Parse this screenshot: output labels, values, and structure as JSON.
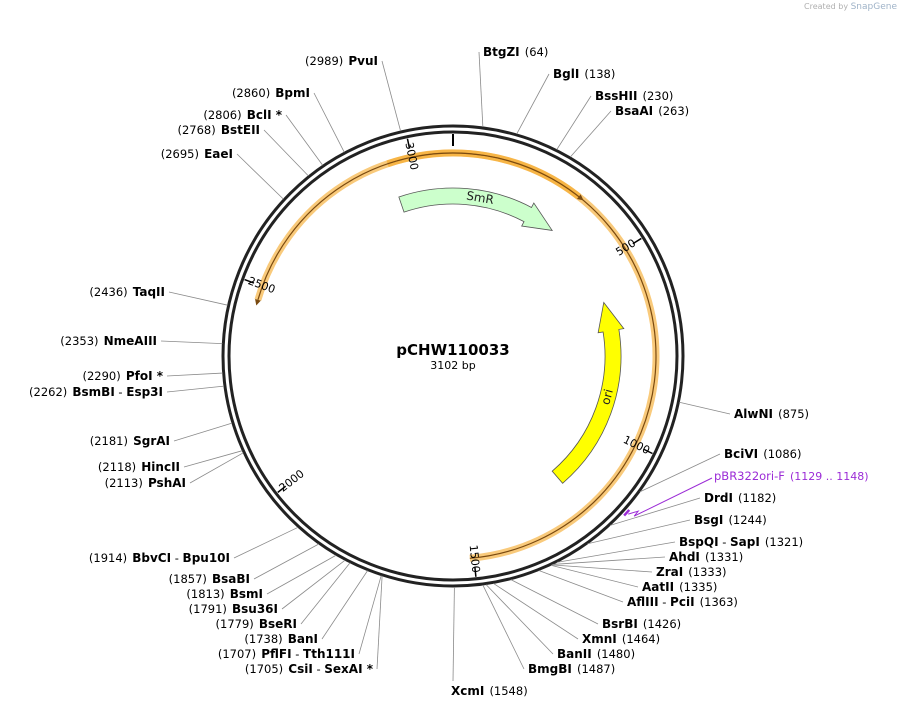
{
  "watermark": {
    "prefix": "Created by",
    "brand": "SnapGene"
  },
  "plasmid": {
    "name": "pCHW110033",
    "length_label": "3102 bp",
    "length": 3102
  },
  "ticks": [
    {
      "label": "500",
      "bp": 500
    },
    {
      "label": "1000",
      "bp": 1000
    },
    {
      "label": "1500",
      "bp": 1500
    },
    {
      "label": "2000",
      "bp": 2000
    },
    {
      "label": "2500",
      "bp": 2500
    },
    {
      "label": "3000",
      "bp": 3000
    }
  ],
  "features": [
    {
      "name": "SmR",
      "start": 2940,
      "end": 330,
      "strand": 1,
      "color": "#ccffcc"
    },
    {
      "name": "ori",
      "start": 607,
      "end": 1200,
      "strand": -1,
      "color": "#ffff00"
    }
  ],
  "highlight_color": "#f5a623",
  "primer": {
    "name": "pBR322ori-F",
    "range": "(1129 .. 1148)",
    "bp": 1138,
    "color": "#9b2bd6"
  },
  "sites": [
    {
      "name": "BtgZI",
      "pos": "(64)",
      "bp": 64
    },
    {
      "name": "BglI",
      "pos": "(138)",
      "bp": 138
    },
    {
      "name": "BssHII",
      "pos": "(230)",
      "bp": 230
    },
    {
      "name": "BsaAI",
      "pos": "(263)",
      "bp": 263
    },
    {
      "name": "AlwNI",
      "pos": "(875)",
      "bp": 875
    },
    {
      "name": "BciVI",
      "pos": "(1086)",
      "bp": 1086
    },
    {
      "name": "DrdI",
      "pos": "(1182)",
      "bp": 1182
    },
    {
      "name": "BsgI",
      "pos": "(1244)",
      "bp": 1244
    },
    {
      "name": "BspQI",
      "name2": "SapI",
      "pos": "(1321)",
      "bp": 1321
    },
    {
      "name": "AhdI",
      "pos": "(1331)",
      "bp": 1331
    },
    {
      "name": "ZraI",
      "pos": "(1333)",
      "bp": 1333
    },
    {
      "name": "AatII",
      "pos": "(1335)",
      "bp": 1335
    },
    {
      "name": "AflIII",
      "name2": "PciI",
      "pos": "(1363)",
      "bp": 1363
    },
    {
      "name": "BsrBI",
      "pos": "(1426)",
      "bp": 1426
    },
    {
      "name": "XmnI",
      "pos": "(1464)",
      "bp": 1464
    },
    {
      "name": "BanII",
      "pos": "(1480)",
      "bp": 1480
    },
    {
      "name": "BmgBI",
      "pos": "(1487)",
      "bp": 1487
    },
    {
      "name": "XcmI",
      "pos": "(1548)",
      "bp": 1548
    },
    {
      "name": "CsiI",
      "name2": "SexAI *",
      "pos": "(1705)",
      "bp": 1705
    },
    {
      "name": "PflFI",
      "name2": "Tth111I",
      "pos": "(1707)",
      "bp": 1707
    },
    {
      "name": "BanI",
      "pos": "(1738)",
      "bp": 1738
    },
    {
      "name": "BseRI",
      "pos": "(1779)",
      "bp": 1779
    },
    {
      "name": "Bsu36I",
      "pos": "(1791)",
      "bp": 1791
    },
    {
      "name": "BsmI",
      "pos": "(1813)",
      "bp": 1813
    },
    {
      "name": "BsaBI",
      "pos": "(1857)",
      "bp": 1857
    },
    {
      "name": "BbvCI",
      "name2": "Bpu10I",
      "pos": "(1914)",
      "bp": 1914
    },
    {
      "name": "PshAI",
      "pos": "(2113)",
      "bp": 2113
    },
    {
      "name": "HincII",
      "pos": "(2118)",
      "bp": 2118
    },
    {
      "name": "SgrAI",
      "pos": "(2181)",
      "bp": 2181
    },
    {
      "name": "BsmBI",
      "name2": "Esp3I",
      "pos": "(2262)",
      "bp": 2262
    },
    {
      "name": "PfoI *",
      "pos": "(2290)",
      "bp": 2290
    },
    {
      "name": "NmeAIII",
      "pos": "(2353)",
      "bp": 2353
    },
    {
      "name": "TaqII",
      "pos": "(2436)",
      "bp": 2436
    },
    {
      "name": "EaeI",
      "pos": "(2695)",
      "bp": 2695
    },
    {
      "name": "BstEII",
      "pos": "(2768)",
      "bp": 2768
    },
    {
      "name": "BclI *",
      "pos": "(2806)",
      "bp": 2806
    },
    {
      "name": "BpmI",
      "pos": "(2860)",
      "bp": 2860
    },
    {
      "name": "PvuI",
      "pos": "(2989)",
      "bp": 2989
    }
  ]
}
